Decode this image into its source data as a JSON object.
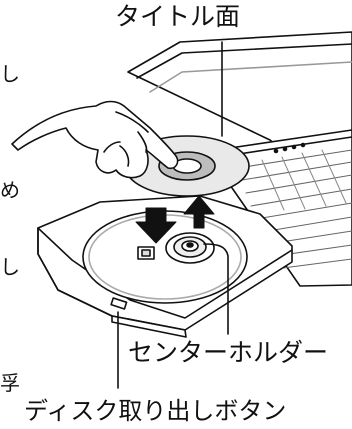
{
  "labels": {
    "disc_label_side": "タイトル面",
    "center_holder": "センターホルダー",
    "eject_button": "ディスク取り出しボタン"
  },
  "left_margin_glyphs": [
    "し",
    "め",
    "し",
    "孚"
  ]
}
